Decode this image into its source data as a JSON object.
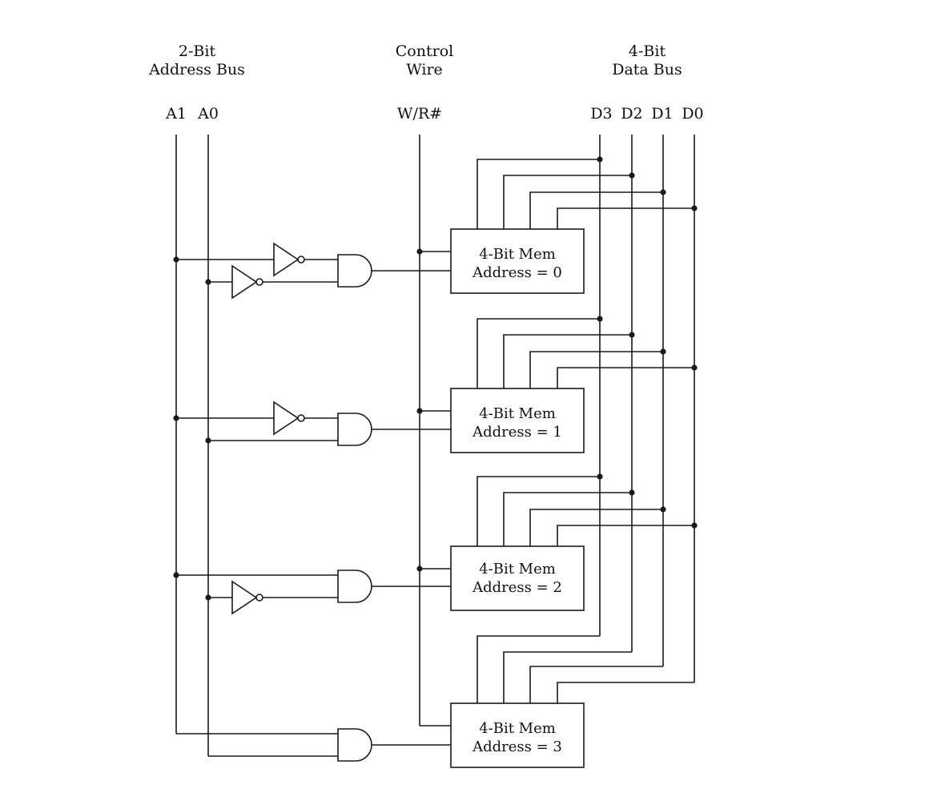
{
  "headers": {
    "address_bus": {
      "line1": "2-Bit",
      "line2": "Address Bus"
    },
    "control_wire": {
      "line1": "Control",
      "line2": "Wire"
    },
    "data_bus": {
      "line1": "4-Bit",
      "line2": "Data Bus"
    }
  },
  "signals": {
    "a1": "A1",
    "a0": "A0",
    "wr": "W/R#",
    "d3": "D3",
    "d2": "D2",
    "d1": "D1",
    "d0": "D0"
  },
  "memories": [
    {
      "title": "4-Bit Mem",
      "address": "Address = 0"
    },
    {
      "title": "4-Bit Mem",
      "address": "Address = 1"
    },
    {
      "title": "4-Bit Mem",
      "address": "Address = 2"
    },
    {
      "title": "4-Bit Mem",
      "address": "Address = 3"
    }
  ],
  "decoder": [
    {
      "invert_a1": true,
      "invert_a0": true
    },
    {
      "invert_a1": true,
      "invert_a0": false
    },
    {
      "invert_a1": false,
      "invert_a0": true
    },
    {
      "invert_a1": false,
      "invert_a0": false
    }
  ],
  "colors": {
    "ink": "#1a1a1a",
    "background": "#ffffff"
  }
}
